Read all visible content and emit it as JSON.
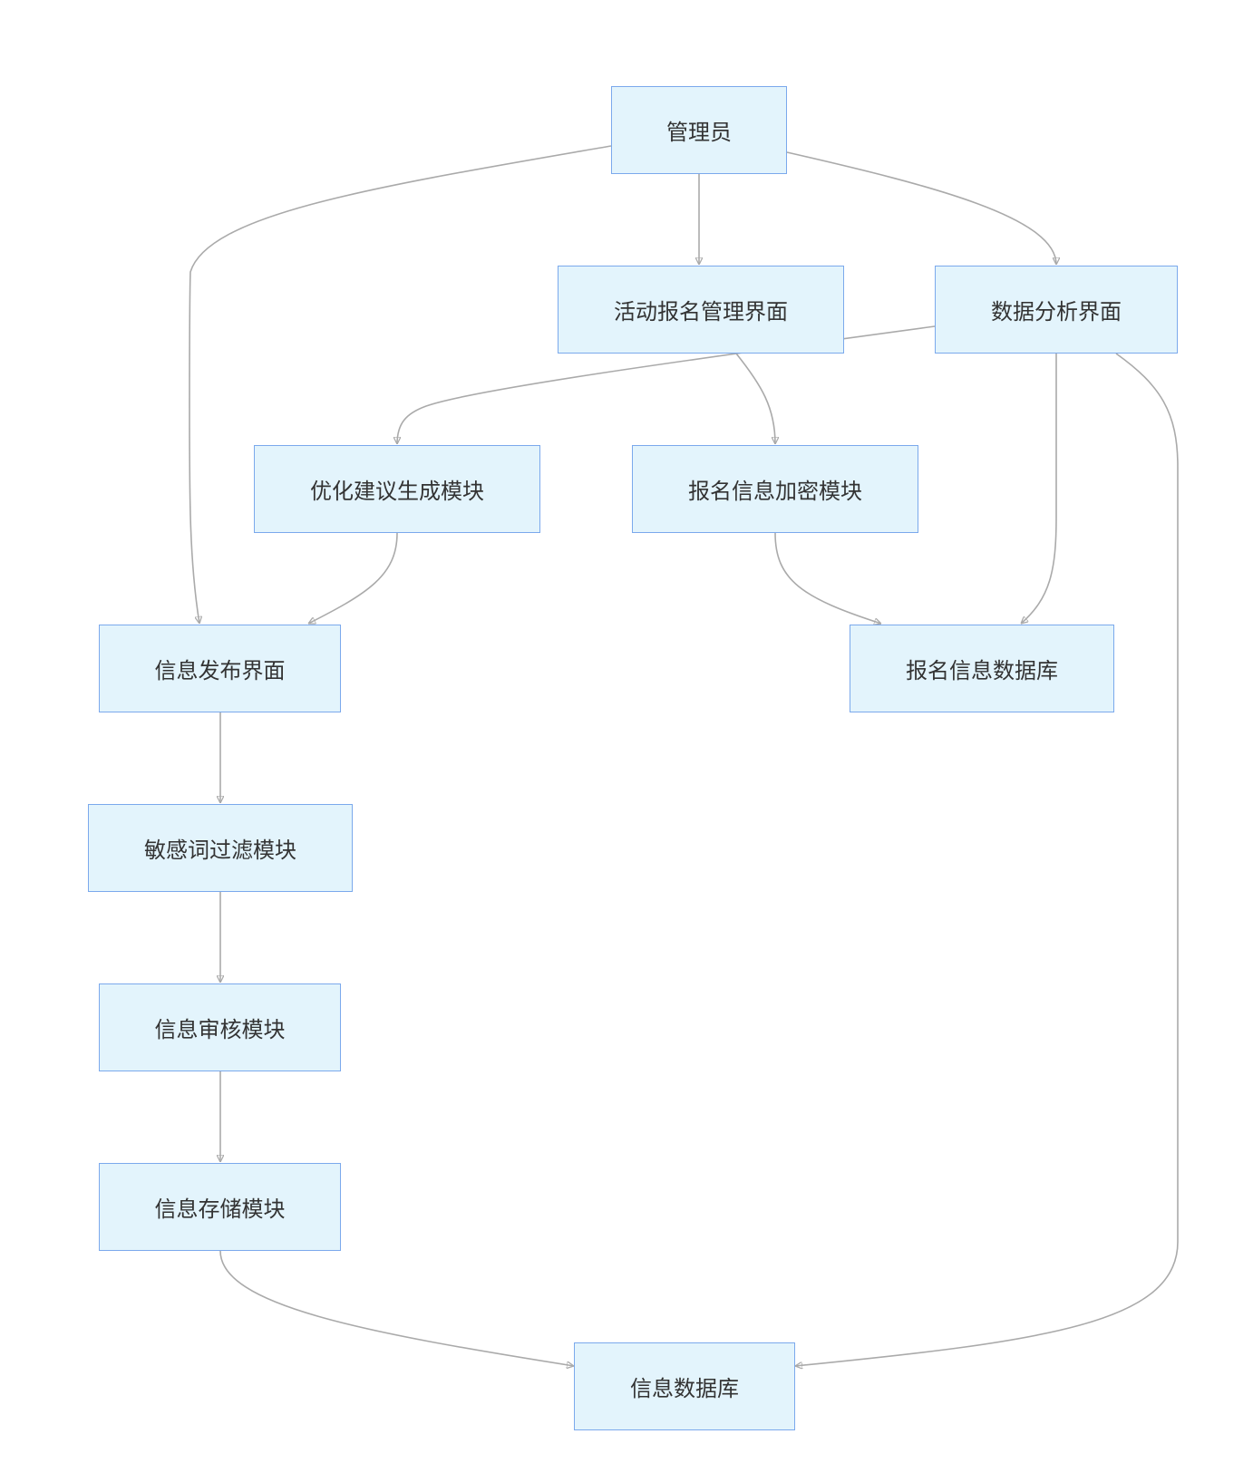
{
  "nodes": {
    "admin": "管理员",
    "activity_ui": "活动报名管理界面",
    "analysis_ui": "数据分析界面",
    "suggestion_module": "优化建议生成模块",
    "encryption_module": "报名信息加密模块",
    "publish_ui": "信息发布界面",
    "registration_db": "报名信息数据库",
    "filter_module": "敏感词过滤模块",
    "review_module": "信息审核模块",
    "storage_module": "信息存储模块",
    "info_db": "信息数据库"
  },
  "edges": [
    {
      "from": "管理员",
      "to": "信息发布界面"
    },
    {
      "from": "管理员",
      "to": "活动报名管理界面"
    },
    {
      "from": "管理员",
      "to": "数据分析界面"
    },
    {
      "from": "活动报名管理界面",
      "to": "报名信息加密模块"
    },
    {
      "from": "数据分析界面",
      "to": "优化建议生成模块"
    },
    {
      "from": "数据分析界面",
      "to": "报名信息数据库"
    },
    {
      "from": "数据分析界面",
      "to": "信息数据库"
    },
    {
      "from": "优化建议生成模块",
      "to": "信息发布界面"
    },
    {
      "from": "报名信息加密模块",
      "to": "报名信息数据库"
    },
    {
      "from": "信息发布界面",
      "to": "敏感词过滤模块"
    },
    {
      "from": "敏感词过滤模块",
      "to": "信息审核模块"
    },
    {
      "from": "信息审核模块",
      "to": "信息存储模块"
    },
    {
      "from": "信息存储模块",
      "to": "信息数据库"
    }
  ],
  "colors": {
    "node_fill": "#e3f4fc",
    "node_border": "#7ba9ec",
    "edge": "#aaaaaa",
    "text": "#333333"
  }
}
